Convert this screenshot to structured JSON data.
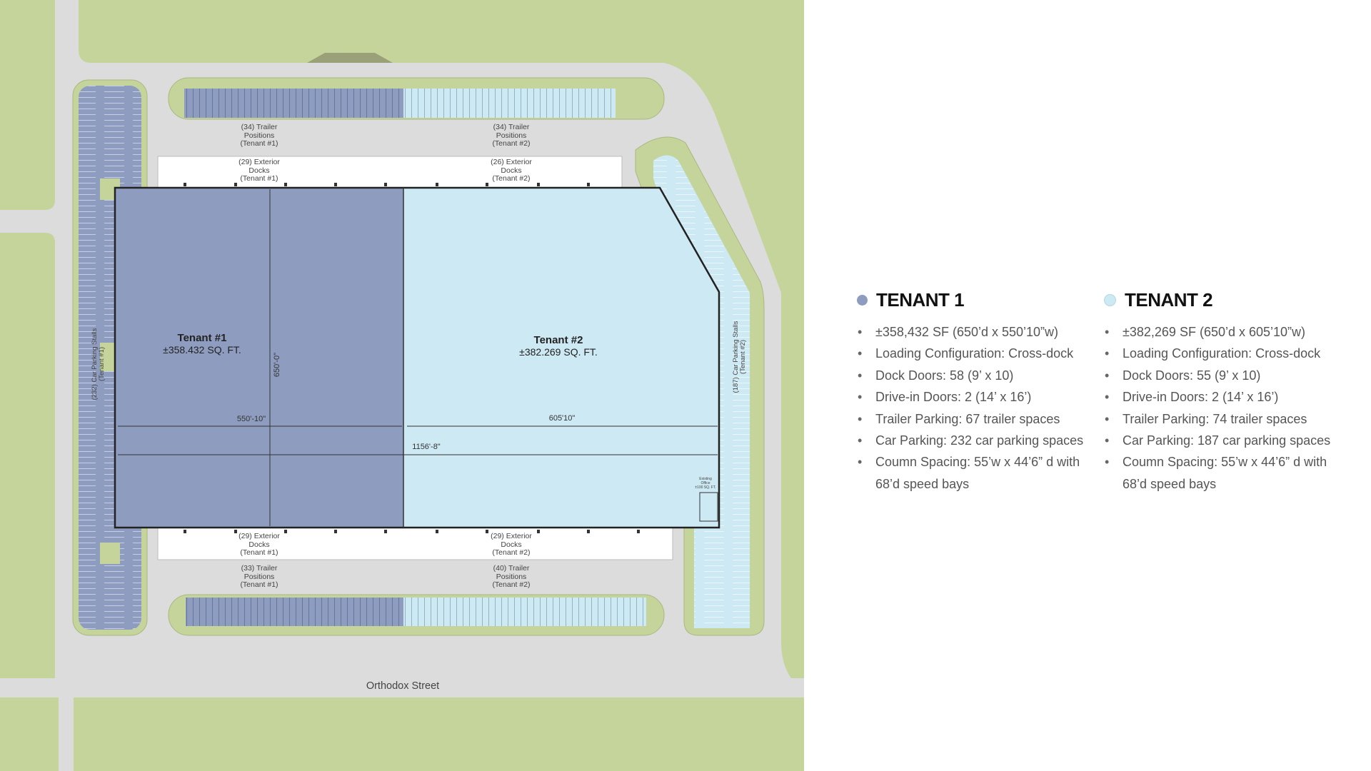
{
  "colors": {
    "tenant1": "#8e9dbf",
    "tenant2": "#cde9f3",
    "grass": "#c5d49b",
    "pavement": "#dcdcdc"
  },
  "map": {
    "street": "Orthodox Street",
    "tenant1": {
      "name": "Tenant #1",
      "area": "±358.432 SQ. FT."
    },
    "tenant2": {
      "name": "Tenant #2",
      "area": "±382.269 SQ. FT."
    },
    "dims": {
      "depth": "650'-0\"",
      "t1_width": "550'-10\"",
      "t2_width": "605'10\"",
      "total_width": "1156'-8\""
    },
    "top_trailer_t1": [
      "(34) Trailer",
      "Positions",
      "(Tenant #1)"
    ],
    "top_trailer_t2": [
      "(34) Trailer",
      "Positions",
      "(Tenant #2)"
    ],
    "top_docks_t1": [
      "(29) Exterior",
      "Docks",
      "(Tenant #1)"
    ],
    "top_docks_t2": [
      "(26) Exterior",
      "Docks",
      "(Tenant #2)"
    ],
    "bottom_docks_t1": [
      "(29) Exterior",
      "Docks",
      "(Tenant #1)"
    ],
    "bottom_docks_t2": [
      "(29) Exterior",
      "Docks",
      "(Tenant #2)"
    ],
    "bottom_trailer_t1": [
      "(33) Trailer",
      "Positions",
      "(Tenant #1)"
    ],
    "bottom_trailer_t2": [
      "(40) Trailer",
      "Positions",
      "(Tenant #2)"
    ],
    "left_parking": [
      "(232) Car Parking Stalls",
      "(Tenant #1)"
    ],
    "right_parking": [
      "(187) Car Parking Stalls",
      "(Tenant #2)"
    ],
    "office": [
      "Existing",
      "Office",
      "±100 SQ. FT."
    ]
  },
  "legend": [
    {
      "title": "TENANT 1",
      "items": [
        "±358,432 SF (650’d x 550’10”w)",
        "Loading Configuration: Cross-dock",
        "Dock Doors: 58 (9’ x 10)",
        "Drive-in Doors: 2 (14’ x 16’)",
        "Trailer Parking: 67 trailer spaces",
        "Car Parking: 232 car parking spaces",
        "Coumn Spacing: 55’w x 44’6” d with 68’d speed bays"
      ]
    },
    {
      "title": "TENANT 2",
      "items": [
        "±382,269 SF (650’d x 605’10”w)",
        "Loading Configuration: Cross-dock",
        "Dock Doors: 55 (9’ x 10)",
        "Drive-in Doors: 2 (14’ x 16’)",
        "Trailer Parking: 74 trailer spaces",
        "Car Parking: 187 car parking spaces",
        "Coumn Spacing: 55’w x 44’6” d with 68’d speed bays"
      ]
    }
  ]
}
